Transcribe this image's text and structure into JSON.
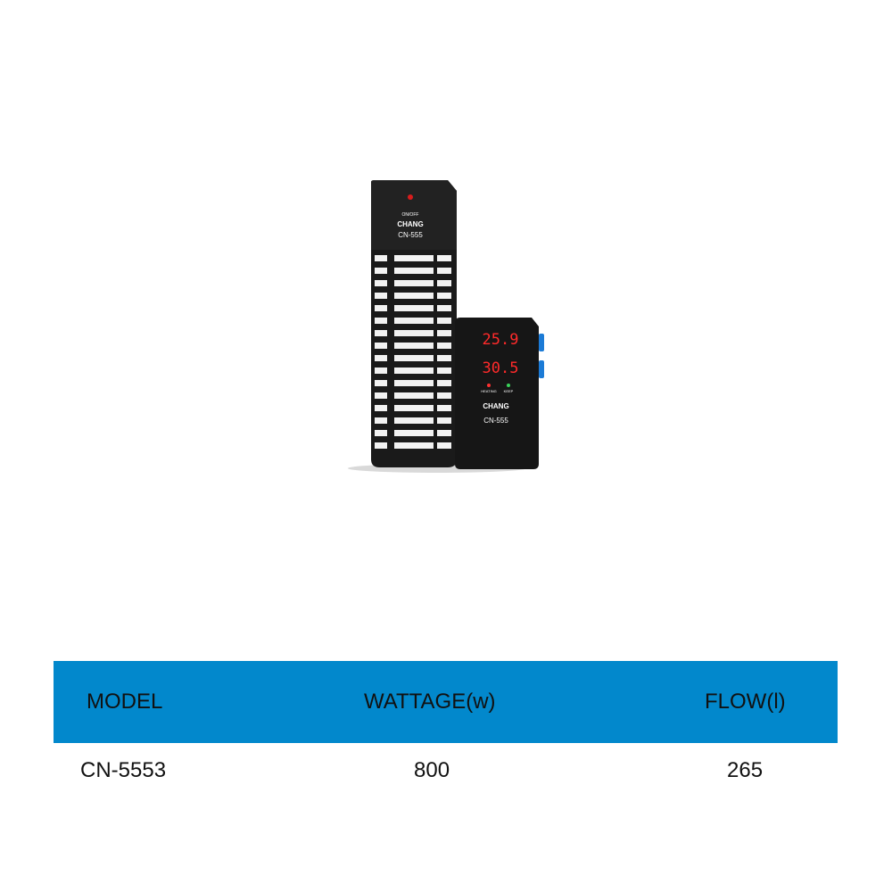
{
  "product": {
    "logo_text": "CHANG",
    "heater_model": "CN-555",
    "heater_switch_label": "ON/OFF",
    "controller_model": "CN-555",
    "current_temp": "25.9",
    "set_temp": "30.5",
    "heating_label": "HEATING",
    "keep_label": "KEEP",
    "display_color": "#ff2a2a",
    "heating_led_color": "#ff3030",
    "keep_led_color": "#3ad35a",
    "button_color": "#1c7bd6"
  },
  "specs": {
    "header_color": "#0288cc",
    "headers": [
      "MODEL",
      "WATTAGE(w)",
      "FLOW(l)"
    ],
    "row": [
      "CN-5553",
      "800",
      "265"
    ]
  }
}
